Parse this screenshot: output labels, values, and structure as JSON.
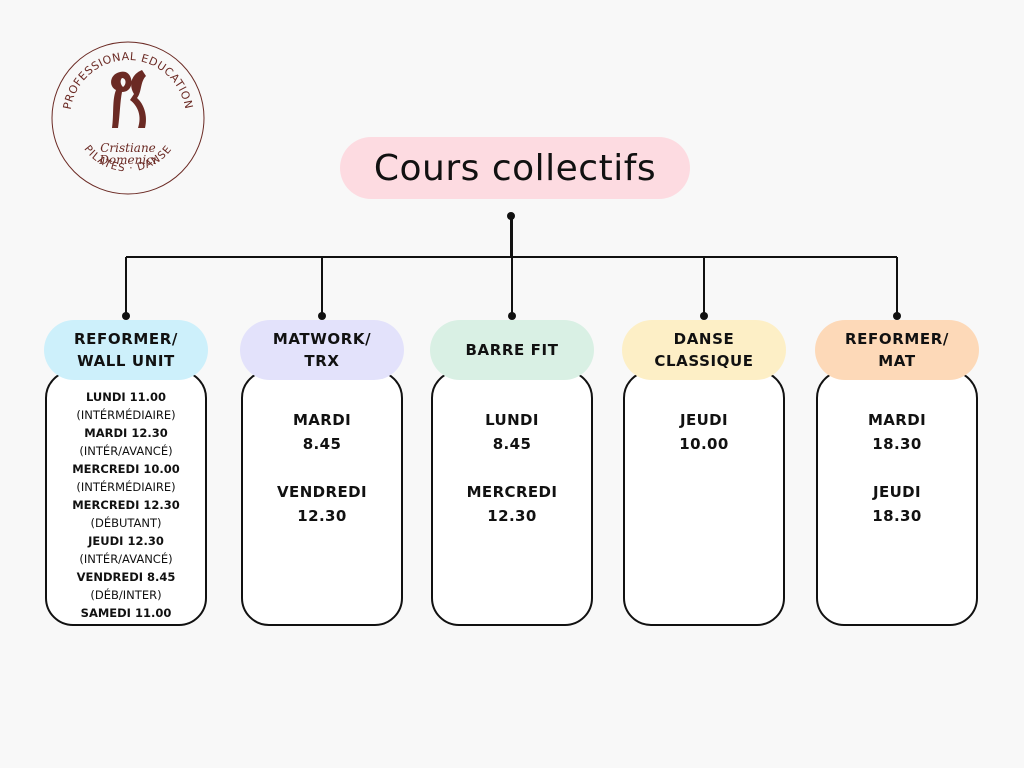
{
  "logo": {
    "arc_top": "PROFESSIONAL EDUCATION",
    "signature_line1": "Cristiane",
    "signature_line2": "Domenici",
    "arc_bottom": "PILATES · DANSE",
    "color": "#6b2a24"
  },
  "title": "Cours collectifs",
  "colors": {
    "title_bg": "#fddbe1",
    "card_reformer_wall": "#cdf0fb",
    "card_matwork": "#e3e2fb",
    "card_barre": "#d9f0e4",
    "card_danse": "#fdefc6",
    "card_reformer_mat": "#fdd9b8",
    "line": "#111111"
  },
  "cards": [
    {
      "label_line1": "REFORMER/",
      "label_line2": "WALL UNIT",
      "lines": [
        {
          "text": "LUNDI 11.00",
          "style": "small-bold"
        },
        {
          "text": "(INTÉRMÉDIAIRE)",
          "style": "small"
        },
        {
          "text": "MARDI 12.30",
          "style": "small-bold"
        },
        {
          "text": "(INTÉR/AVANCÉ)",
          "style": "small"
        },
        {
          "text": "MERCREDI 10.00",
          "style": "small-bold"
        },
        {
          "text": "(INTÉRMÉDIAIRE)",
          "style": "small"
        },
        {
          "text": "MERCREDI 12.30",
          "style": "small-bold"
        },
        {
          "text": "(DÉBUTANT)",
          "style": "small"
        },
        {
          "text": "JEUDI 12.30",
          "style": "small-bold"
        },
        {
          "text": "(INTÉR/AVANCÉ)",
          "style": "small"
        },
        {
          "text": "VENDREDI 8.45",
          "style": "small-bold"
        },
        {
          "text": "(DÉB/INTER)",
          "style": "small"
        },
        {
          "text": "SAMEDI 11.00",
          "style": "small-bold"
        }
      ]
    },
    {
      "label_line1": "MATWORK/",
      "label_line2": "TRX",
      "lines": [
        {
          "text": "MARDI",
          "style": "big"
        },
        {
          "text": "8.45",
          "style": "big"
        },
        {
          "text": "",
          "style": "big"
        },
        {
          "text": "VENDREDI",
          "style": "big"
        },
        {
          "text": "12.30",
          "style": "big"
        }
      ]
    },
    {
      "label_line1": "BARRE FIT",
      "label_line2": "",
      "lines": [
        {
          "text": "LUNDI",
          "style": "big"
        },
        {
          "text": "8.45",
          "style": "big"
        },
        {
          "text": "",
          "style": "big"
        },
        {
          "text": "MERCREDI",
          "style": "big"
        },
        {
          "text": "12.30",
          "style": "big"
        }
      ]
    },
    {
      "label_line1": "DANSE",
      "label_line2": "CLASSIQUE",
      "lines": [
        {
          "text": "JEUDI",
          "style": "big"
        },
        {
          "text": "10.00",
          "style": "big"
        }
      ]
    },
    {
      "label_line1": "REFORMER/",
      "label_line2": "MAT",
      "lines": [
        {
          "text": "MARDI",
          "style": "big"
        },
        {
          "text": "18.30",
          "style": "big"
        },
        {
          "text": "",
          "style": "big"
        },
        {
          "text": "JEUDI",
          "style": "big"
        },
        {
          "text": "18.30",
          "style": "big"
        }
      ]
    }
  ]
}
